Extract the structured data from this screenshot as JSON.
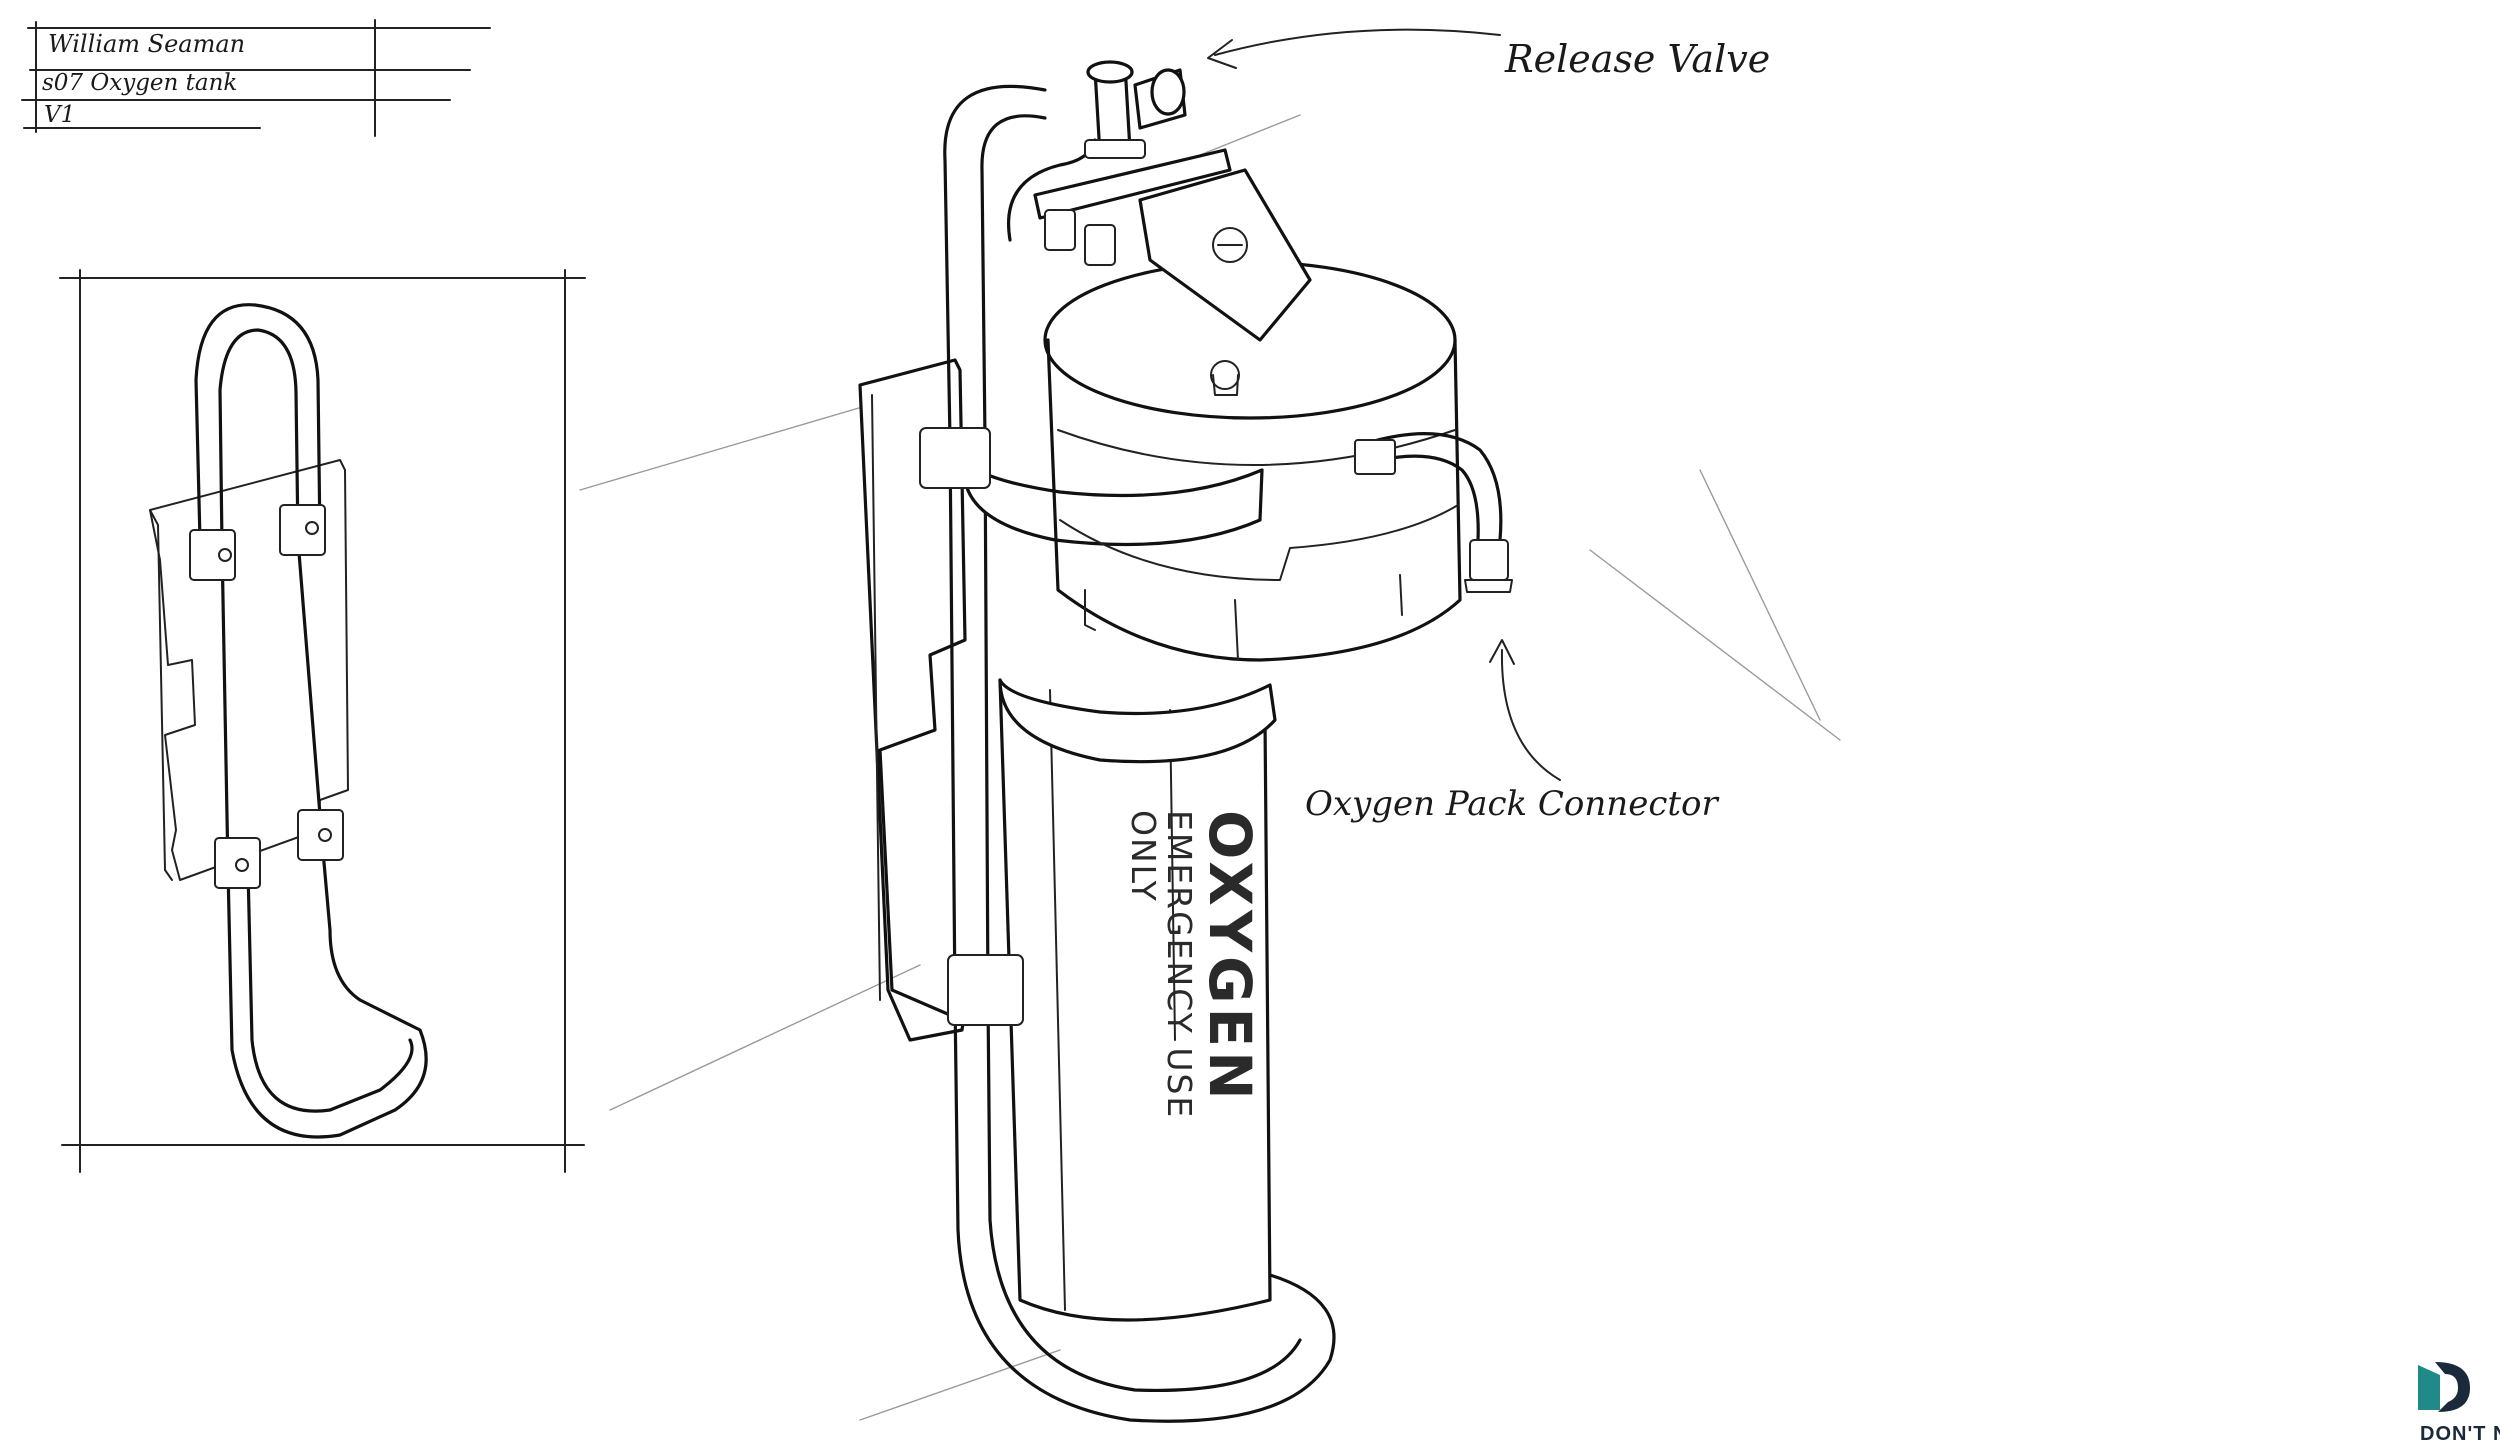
{
  "title_block": {
    "artist": "William Seaman",
    "asset": "s07 Oxygen tank",
    "version": "V1"
  },
  "callouts": {
    "release_valve": "Release Valve",
    "pack_connector": "Oxygen Pack Connector"
  },
  "tank_label": {
    "line1": "OXYGEN",
    "line2": "EMERGENCY USE",
    "line3": "ONLY"
  },
  "logo": {
    "text": "DON'T NOD",
    "accent_color": "#1f8a87",
    "dark_color": "#1b2a3a"
  },
  "colors": {
    "ink": "#111111",
    "paper": "#ffffff"
  }
}
